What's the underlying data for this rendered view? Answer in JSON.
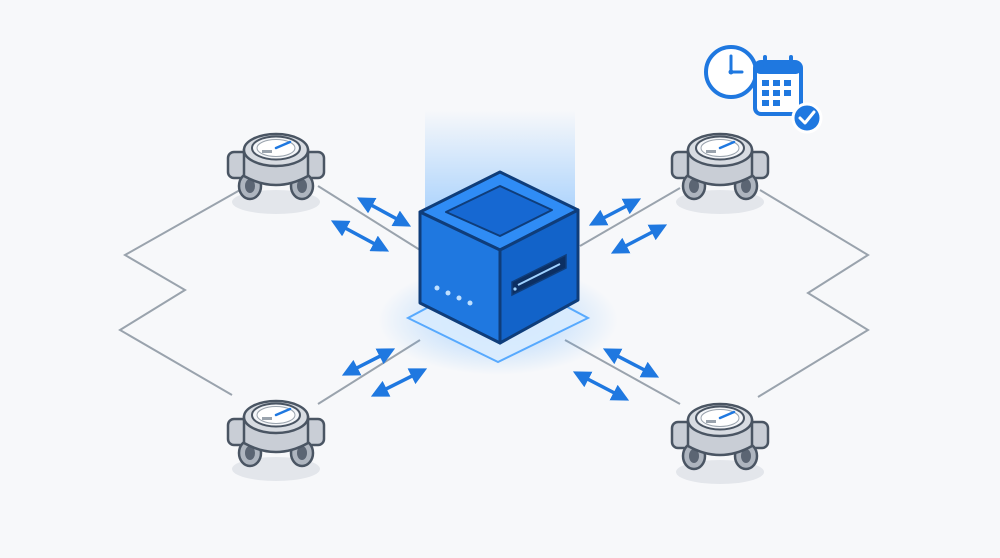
{
  "diagram": {
    "hub": {
      "name": "central-hub",
      "leds": 4,
      "color": "#1f78e0"
    },
    "meters": [
      {
        "id": "meter-top-left",
        "position": "top-left",
        "gauge_level": 0.45
      },
      {
        "id": "meter-top-right",
        "position": "top-right",
        "gauge_level": 0.45
      },
      {
        "id": "meter-bottom-left",
        "position": "bottom-left",
        "gauge_level": 0.45
      },
      {
        "id": "meter-bottom-right",
        "position": "bottom-right",
        "gauge_level": 0.45
      }
    ],
    "links": [
      {
        "id": "link-top-left",
        "direction": "bidirectional",
        "arrows": 2
      },
      {
        "id": "link-top-right",
        "direction": "bidirectional",
        "arrows": 2
      },
      {
        "id": "link-bottom-left",
        "direction": "bidirectional",
        "arrows": 2
      },
      {
        "id": "link-bottom-right",
        "direction": "bidirectional",
        "arrows": 2
      }
    ],
    "schedule_badge": {
      "icons": [
        "clock-icon",
        "calendar-icon",
        "checkmark-icon"
      ],
      "attached_to": "meter-top-right"
    },
    "colors": {
      "accent": "#1f78e0",
      "accent_light": "#4aa3ff",
      "line": "#9aa3ad",
      "meter_body": "#c9ced6",
      "meter_outline": "#4a5563"
    }
  }
}
